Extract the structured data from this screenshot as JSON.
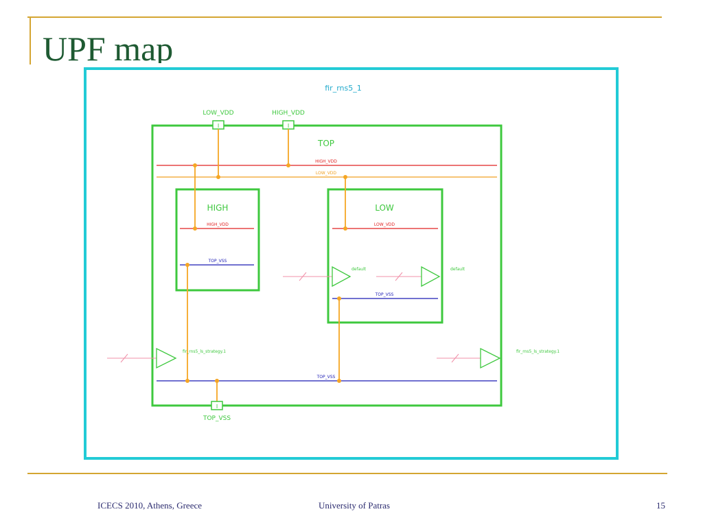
{
  "slide": {
    "title": "UPF map",
    "footer": {
      "left": "ICECS 2010, Athens, Greece",
      "center": "University of Patras",
      "page": "15"
    }
  },
  "diagram": {
    "design_name": "fir_rns5_1",
    "ports": {
      "low_vdd": "LOW_VDD",
      "high_vdd": "HIGH_VDD",
      "top_vss": "TOP_VSS"
    },
    "domains": {
      "top": "TOP",
      "high": "HIGH",
      "low": "LOW"
    },
    "rails": {
      "top_high_vdd": "HIGH_VDD",
      "top_low_vdd": "LOW_VDD",
      "high_high_vdd": "HIGH_VDD",
      "high_top_vss": "TOP_VSS",
      "low_low_vdd": "LOW_VDD",
      "low_top_vss": "TOP_VSS",
      "top_top_vss": "TOP_VSS"
    },
    "port_glyph": "I",
    "cells": {
      "default_1": "default",
      "default_2": "default",
      "strategy_1": "fir_rns5_ls_strategy.1",
      "strategy_2": "fir_rns5_ls_strategy.1"
    },
    "colors": {
      "outer": "#22cbd6",
      "domain": "#3ec83e",
      "vdd_high": "#e02020",
      "vdd_low": "#f0a020",
      "vss": "#1a1ab4",
      "connect": "#f5a623",
      "signal": "#f090a8"
    }
  }
}
